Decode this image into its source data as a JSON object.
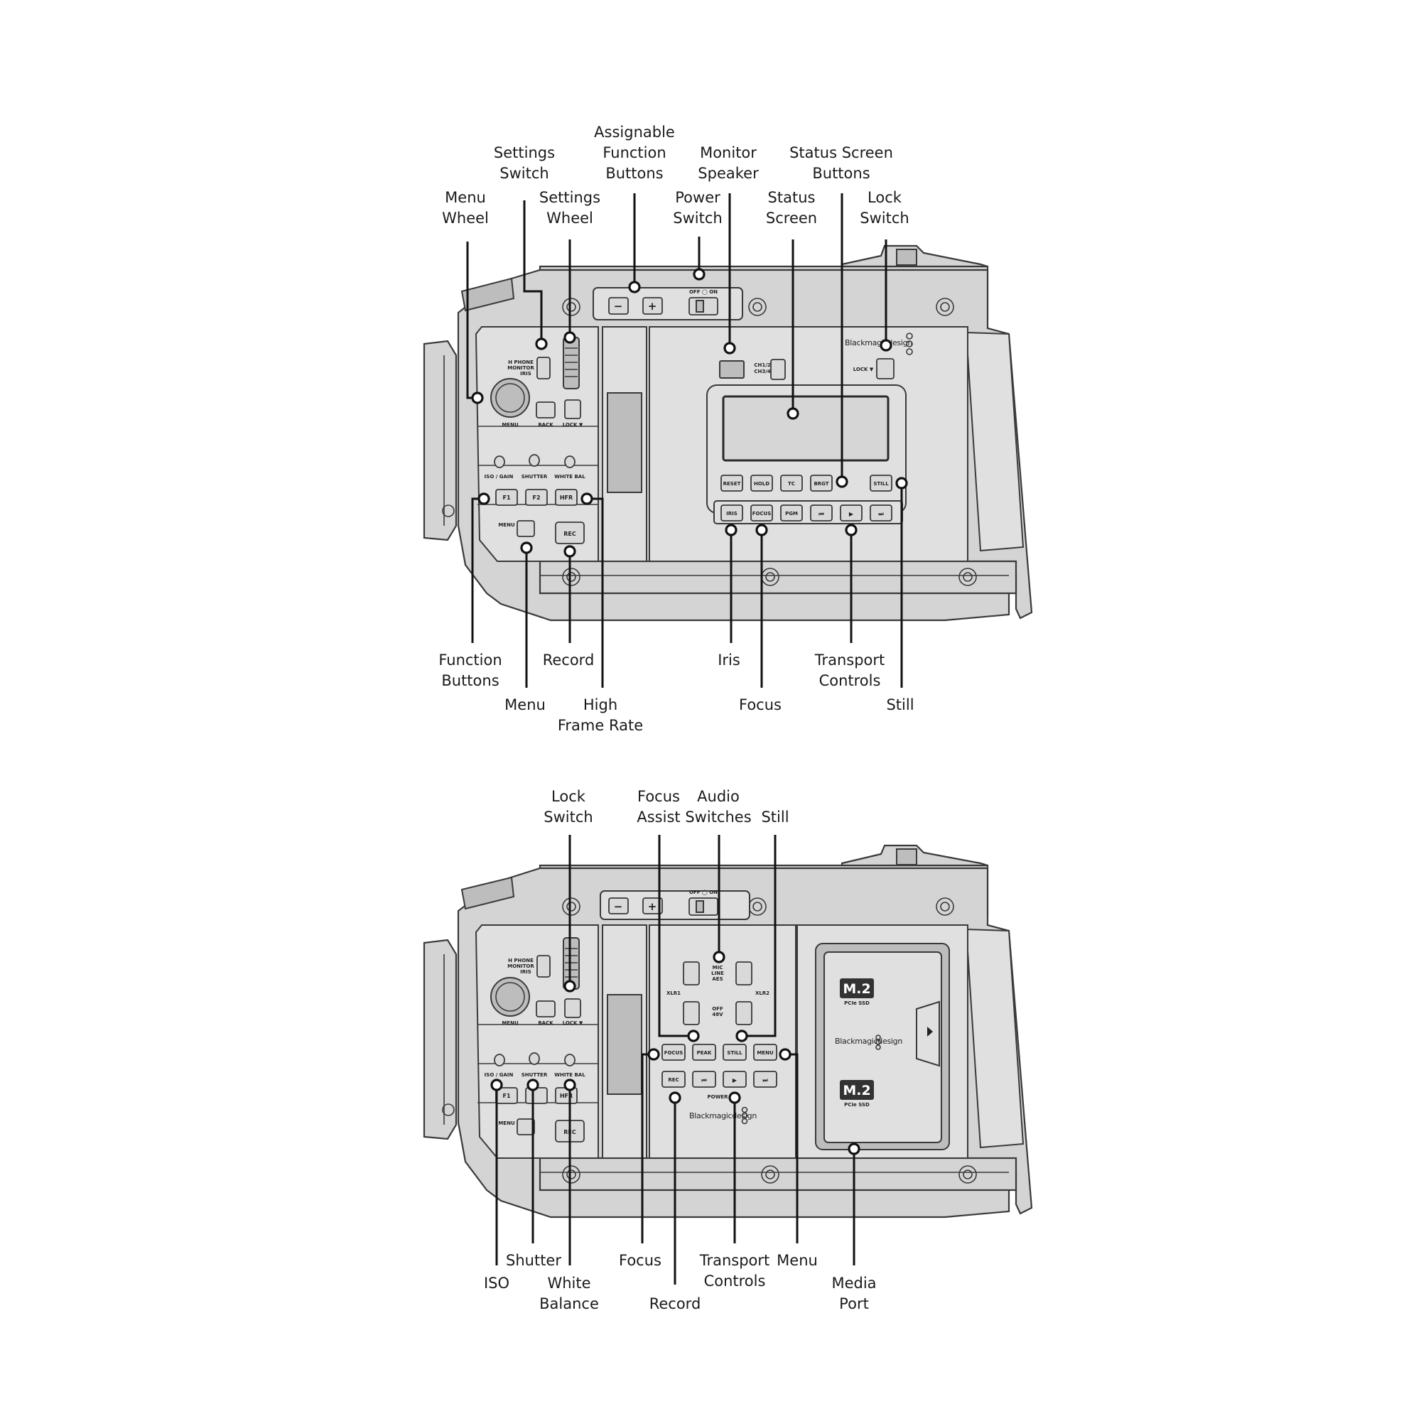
{
  "top_view": {
    "labels": {
      "menu_wheel": [
        "Menu",
        "Wheel"
      ],
      "settings_switch": [
        "Settings",
        "Switch"
      ],
      "settings_wheel": [
        "Settings",
        "Wheel"
      ],
      "assignable_function_buttons": [
        "Assignable",
        "Function",
        "Buttons"
      ],
      "power_switch": [
        "Power",
        "Switch"
      ],
      "monitor_speaker": [
        "Monitor",
        "Speaker"
      ],
      "status_screen": [
        "Status",
        "Screen"
      ],
      "status_screen_buttons": [
        "Status Screen",
        "Buttons"
      ],
      "lock_switch": [
        "Lock",
        "Switch"
      ],
      "function_buttons": [
        "Function",
        "Buttons"
      ],
      "menu": [
        "Menu"
      ],
      "record": [
        "Record"
      ],
      "high_frame_rate": [
        "High",
        "Frame Rate"
      ],
      "iris": [
        "Iris"
      ],
      "focus": [
        "Focus"
      ],
      "transport_controls": [
        "Transport",
        "Controls"
      ],
      "still": [
        "Still"
      ]
    },
    "panel_text": {
      "hphone": "H PHONE",
      "monitor": "MONITOR",
      "iris": "IRIS",
      "menu": "MENU",
      "back": "BACK",
      "lock": "LOCK ▼",
      "iso_gain": "ISO / GAIN",
      "shutter": "SHUTTER",
      "white_bal": "WHITE BAL",
      "f1": "F1",
      "f2": "F2",
      "hfr": "HFR",
      "menu2": "MENU",
      "rec": "REC",
      "minus": "−",
      "plus": "+",
      "off_on": "OFF ◯ ON",
      "ch12": "CH1/2",
      "ch34": "CH3/4",
      "brand": "Blackmagicdesign",
      "lock_right": "LOCK ▼",
      "reset": "RESET",
      "hold": "HOLD",
      "tc": "TC",
      "brgt": "BRGT",
      "still": "STILL",
      "iris_btn": "IRIS",
      "focus_btn": "FOCUS",
      "pgm": "PGM",
      "prev": "⏮",
      "play": "▶",
      "next": "⏭"
    }
  },
  "bottom_view": {
    "labels": {
      "lock_switch": [
        "Lock",
        "Switch"
      ],
      "focus_assist": [
        "Focus",
        "Assist"
      ],
      "audio_switches": [
        "Audio",
        "Switches"
      ],
      "still": [
        "Still"
      ],
      "iso": [
        "ISO"
      ],
      "shutter": [
        "Shutter"
      ],
      "white_balance": [
        "White",
        "Balance"
      ],
      "focus": [
        "Focus"
      ],
      "record": [
        "Record"
      ],
      "transport_controls": [
        "Transport",
        "Controls"
      ],
      "menu": [
        "Menu"
      ],
      "media_port": [
        "Media",
        "Port"
      ]
    },
    "panel_text": {
      "hphone": "H PHONE",
      "monitor": "MONITOR",
      "iris": "IRIS",
      "menu": "MENU",
      "back": "BACK",
      "lock": "LOCK ▼",
      "iso_gain": "ISO / GAIN",
      "shutter": "SHUTTER",
      "white_bal": "WHITE BAL",
      "f1": "F1",
      "hfr": "HFR",
      "menu2": "MENU",
      "rec": "REC",
      "minus": "−",
      "plus": "+",
      "off_on": "OFF ◯ ON",
      "mic": "MIC",
      "line": "LINE",
      "aes": "AES",
      "xlr1": "XLR1",
      "xlr2": "XLR2",
      "off": "OFF",
      "v48": "48V",
      "focus_btn": "FOCUS",
      "peak": "PEAK",
      "still": "STILL",
      "menu_btn": "MENU",
      "rec_btn": "REC",
      "prev": "⏮",
      "play": "▶",
      "next": "⏭",
      "power": "POWER",
      "brand": "Blackmagicdesign",
      "m2_a": "M.2",
      "pcie_a": "PCIe SSD",
      "brand2": "Blackmagicdesign",
      "m2_b": "M.2",
      "pcie_b": "PCIe SSD"
    }
  },
  "colors": {
    "body_fill": "#d4d4d4",
    "panel_fill": "#e0e0e0",
    "stroke": "#3a3a3a",
    "callout": "#111111",
    "text": "#1a1a1a"
  }
}
